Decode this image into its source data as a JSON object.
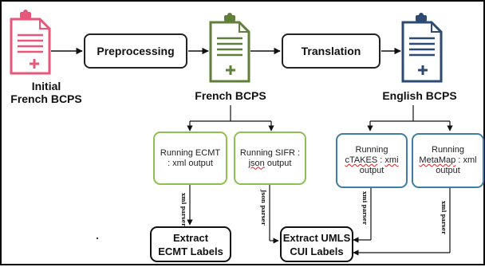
{
  "nodes": {
    "initial_doc": {
      "label_line1": "Initial",
      "label_line2": "French BCPS",
      "color": "#e8577a"
    },
    "french_doc": {
      "label": "French BCPS",
      "color": "#5f7f3a"
    },
    "english_doc": {
      "label": "English BCPS",
      "color": "#2c4a73"
    },
    "preprocessing": {
      "label": "Preprocessing"
    },
    "translation": {
      "label": "Translation"
    },
    "ecmt": {
      "line1": "Running ECMT",
      "line2": ": xml output",
      "color": "#8dc050"
    },
    "sifr": {
      "line1": "Running SIFR :",
      "line2_word": "json",
      "line2_rest": " output",
      "color": "#8dc050"
    },
    "ctakes": {
      "line1": "Running",
      "line2_a": "cTAKES",
      "line2_b": " : ",
      "line2_c": "xmi",
      "line3": "output",
      "color": "#3e7da6"
    },
    "metamap": {
      "line1": "Running",
      "line2_a": "MetaMap",
      "line2_b": " : xml",
      "line3": "output",
      "color": "#3e7da6"
    },
    "extract_ecmt": {
      "line1": "Extract",
      "line2": "ECMT Labels"
    },
    "extract_umls": {
      "line1": "Extract UMLS",
      "line2": "CUI Labels"
    }
  },
  "parsers": {
    "ecmt": "xml parser",
    "sifr": "Json parser",
    "ctakes": "xmi parser",
    "metamap": "xml parser"
  }
}
